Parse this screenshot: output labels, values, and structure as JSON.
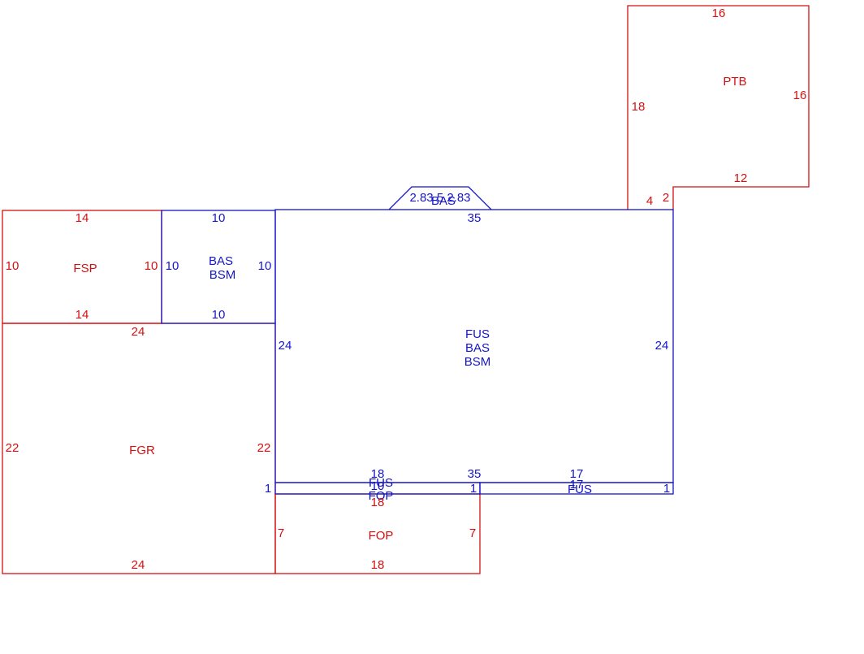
{
  "colors": {
    "red": "#d41010",
    "blue": "#1515c8"
  },
  "areas": {
    "fsp": "FSP",
    "bas_bsm_small": [
      "BAS",
      "BSM"
    ],
    "main": [
      "FUS",
      "BAS",
      "BSM"
    ],
    "fgr": "FGR",
    "ptb": "PTB",
    "bay_top": "BAS",
    "fus_strip_left": "FUS",
    "fop_strip": "FOP",
    "fus_strip_right": "FUS",
    "fop": "FOP"
  },
  "dims": {
    "ptb_top": "16",
    "ptb_right": "16",
    "ptb_left": "18",
    "ptb_bottom": "12",
    "notch_4": "4",
    "notch_2": "2",
    "bay": "2.83 5 2.83",
    "main_top": "35",
    "main_left": "24",
    "main_right": "24",
    "main_bottom": "35",
    "fsp_top": "14",
    "fsp_bottom": "14",
    "fsp_left": "10",
    "fsp_right": "10",
    "bas_top": "10",
    "bas_bottom": "10",
    "bas_left": "10",
    "bas_right": "10",
    "fgr_top": "24",
    "fgr_left": "22",
    "fgr_right": "22",
    "fgr_bottom": "24",
    "strip_left_end": "1",
    "strip_mid": "1",
    "strip_right_end": "1",
    "strip_18_top": "18",
    "strip_10": "10",
    "strip_17_top": "17",
    "strip_17_bottom": "17",
    "fop_top": "18",
    "fop_left": "7",
    "fop_right": "7",
    "fop_bottom": "18"
  }
}
